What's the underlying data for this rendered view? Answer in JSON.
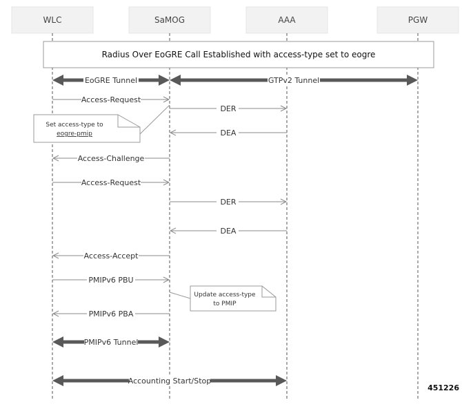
{
  "participants": [
    {
      "id": "wlc",
      "label": "WLC"
    },
    {
      "id": "samog",
      "label": "SaMOG"
    },
    {
      "id": "aaa",
      "label": "AAA"
    },
    {
      "id": "pgw",
      "label": "PGW"
    }
  ],
  "banner": {
    "text": "Radius Over EoGRE Call Established with access-type set to eogre"
  },
  "tunnels": [
    {
      "name": "eogre-tunnel",
      "label": "EoGRE Tunnel",
      "from": "wlc",
      "to": "samog"
    },
    {
      "name": "gtpv2-tunnel",
      "label": "GTPv2 Tunnel",
      "from": "samog",
      "to": "pgw"
    },
    {
      "name": "pmipv6-tunnel",
      "label": "PMIPv6 Tunnel",
      "from": "wlc",
      "to": "samog"
    },
    {
      "name": "accounting-start-stop",
      "label": "Accounting Start/Stop",
      "from": "wlc",
      "to": "aaa"
    }
  ],
  "messages": [
    {
      "name": "access-request-1",
      "label": "Access-Request",
      "from": "wlc",
      "to": "samog"
    },
    {
      "name": "der-1",
      "label": "DER",
      "from": "samog",
      "to": "aaa"
    },
    {
      "name": "dea-1",
      "label": "DEA",
      "from": "aaa",
      "to": "samog"
    },
    {
      "name": "access-challenge",
      "label": "Access-Challenge",
      "from": "samog",
      "to": "wlc"
    },
    {
      "name": "access-request-2",
      "label": "Access-Request",
      "from": "wlc",
      "to": "samog"
    },
    {
      "name": "der-2",
      "label": "DER",
      "from": "samog",
      "to": "aaa"
    },
    {
      "name": "dea-2",
      "label": "DEA",
      "from": "aaa",
      "to": "samog"
    },
    {
      "name": "access-accept",
      "label": "Access-Accept",
      "from": "samog",
      "to": "wlc"
    },
    {
      "name": "pmipv6-pbu",
      "label": "PMIPv6 PBU",
      "from": "wlc",
      "to": "samog"
    },
    {
      "name": "pmipv6-pba",
      "label": "PMIPv6 PBA",
      "from": "samog",
      "to": "wlc"
    }
  ],
  "notes": [
    {
      "name": "note-set-access-type",
      "lines": [
        "Set access-type to",
        "eogre-pmip"
      ]
    },
    {
      "name": "note-update-access-type",
      "lines": [
        "Update access-type",
        "to PMIP"
      ]
    }
  ],
  "figure_id": "451226"
}
